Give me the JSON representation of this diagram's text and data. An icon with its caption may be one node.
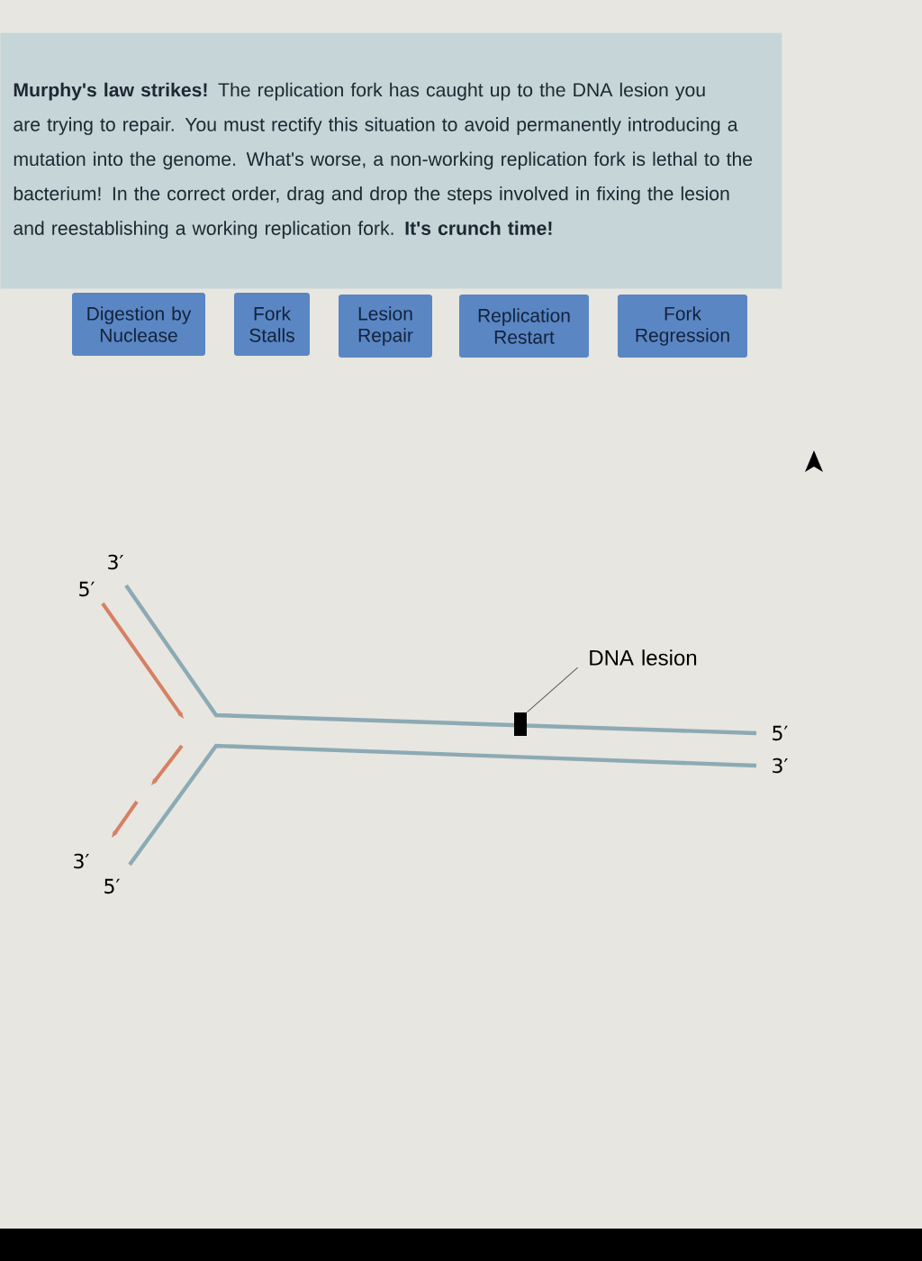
{
  "diagram": {
    "nodes": [
      {
        "text": [
          "**Murphy's law strikes!** The replication fork has caught up to the DNA lesion you are trying to repair. You must rectify this situation to avoid permanently introducing a mutation into the genome. What's worse, a non-working replication fork is lethal to the bacterium! In the correct order, drag and drop the steps involved in fixing the lesion and reestablishing a working replication fork. **It's crunch time!**"
        ]
      },
      {
        "text": [
          "Digestion by Nuclease"
        ]
      },
      {
        "text": [
          "Fork Stalls"
        ]
      },
      {
        "text": [
          "Lesion Repair"
        ]
      },
      {
        "text": [
          "Replication Restart"
        ]
      },
      {
        "text": [
          "Fork Regression"
        ]
      },
      {
        "text": [
          "DNA lesion"
        ]
      },
      {
        "text": [],
        "shape": "box"
      }
    ],
    "edges": [
      {
        "from": 6,
        "to": 7,
        "arrow": "none"
      }
    ],
    "labels": [
      "3′",
      "5′",
      "3′",
      "5′",
      "5′",
      "3′"
    ]
  }
}
